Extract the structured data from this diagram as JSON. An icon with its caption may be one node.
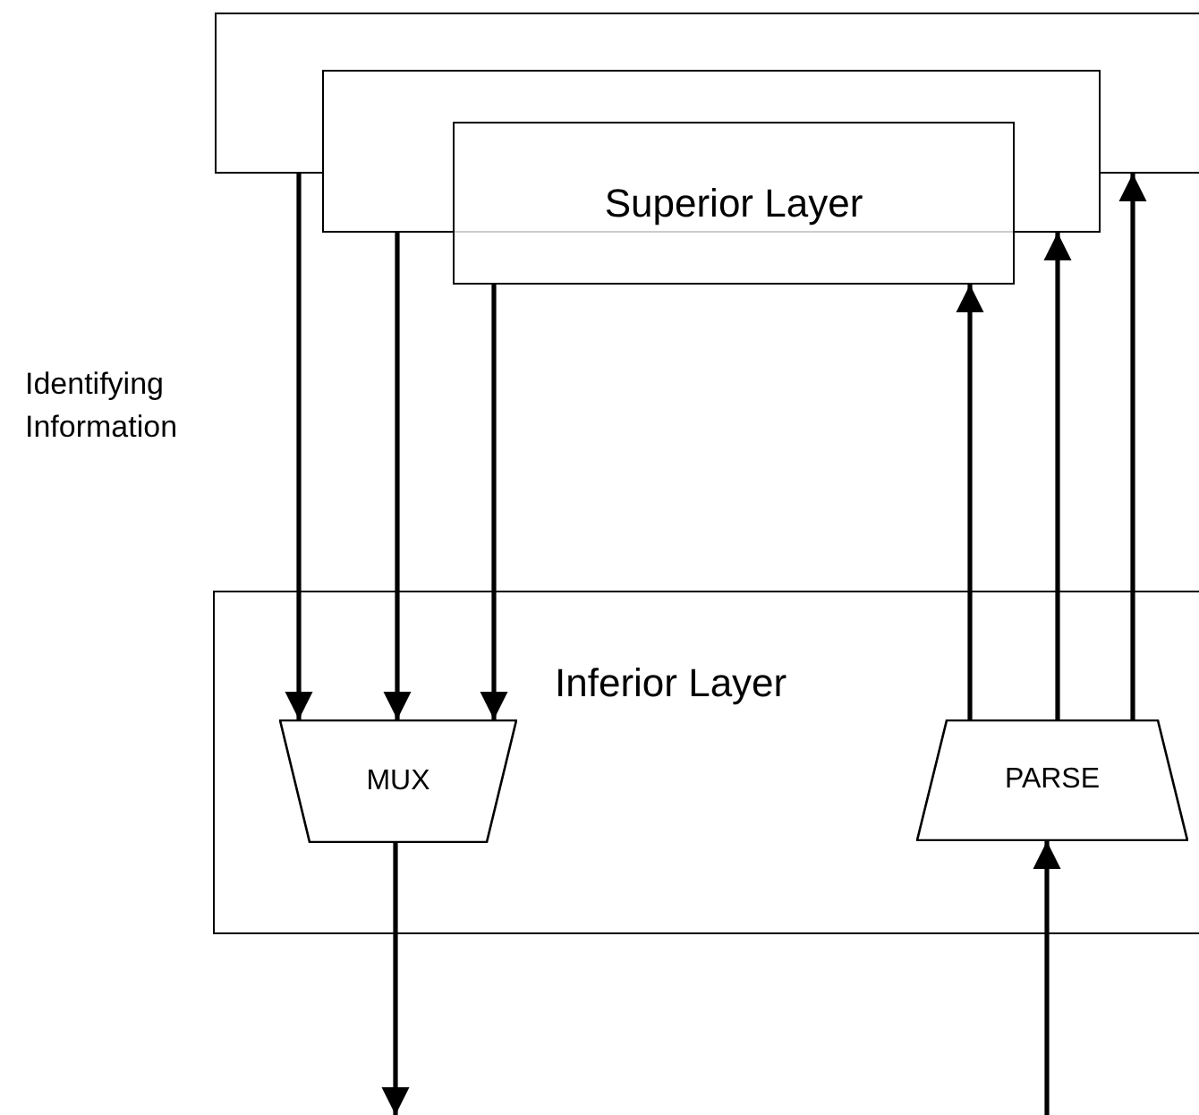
{
  "diagram": {
    "nodes": [
      {
        "text": [],
        "shape": "box"
      },
      {
        "text": [],
        "shape": "box"
      },
      {
        "text": [
          "Superior Layer"
        ]
      },
      {
        "text": [
          "Inferior Layer"
        ]
      },
      {
        "text": [
          "MUX"
        ],
        "in": 3
      },
      {
        "text": [
          "PARSE"
        ],
        "in": 3
      }
    ],
    "edges": [
      {
        "from": 0,
        "to": 4,
        "arrow": "to"
      },
      {
        "from": 1,
        "to": 4,
        "arrow": "to"
      },
      {
        "from": 2,
        "to": 4,
        "arrow": "to"
      },
      {
        "from": 5,
        "to": 2,
        "arrow": "to"
      },
      {
        "from": 5,
        "to": 1,
        "arrow": "to"
      },
      {
        "from": 5,
        "to": 0,
        "arrow": "to"
      },
      {
        "from": 4,
        "to": null,
        "arrow": "to"
      },
      {
        "from": null,
        "to": 5,
        "arrow": "to"
      }
    ],
    "labels": [
      "Identifying Information"
    ]
  }
}
